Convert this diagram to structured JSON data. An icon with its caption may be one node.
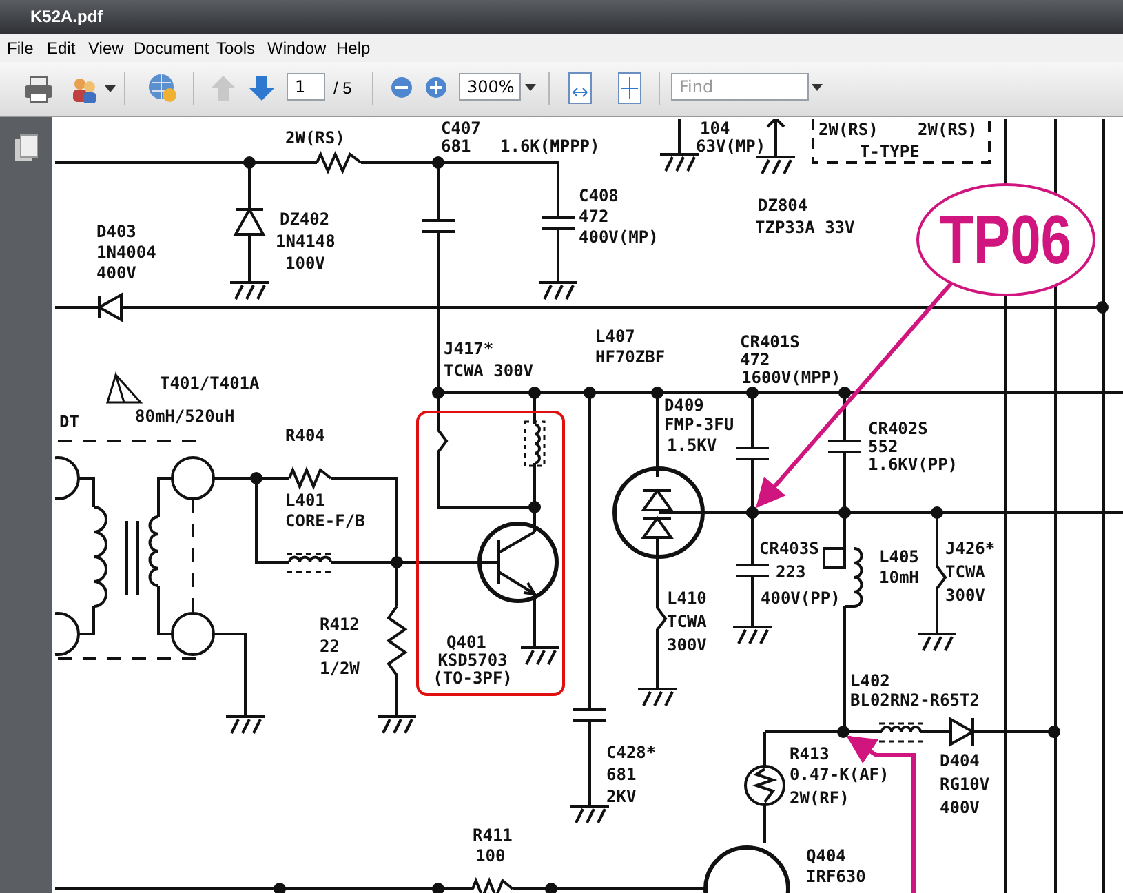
{
  "diagram": {
    "nodes": [
      {
        "text": [
          "TP06"
        ]
      },
      {
        "text": [],
        "shape": "circle"
      },
      {
        "text": [],
        "shape": "circle"
      },
      {
        "text": [
          "Q401",
          "KSD5703 (TO-3PF)"
        ]
      }
    ],
    "edges": [
      {
        "from": 0,
        "to": 1,
        "arrow": "to"
      },
      {
        "from": null,
        "to": 2,
        "arrow": "to"
      }
    ],
    "labels": [
      "K52A.pdf",
      "File",
      "Edit",
      "View",
      "Document",
      "Tools",
      "Window",
      "Help",
      "1",
      "/ 5",
      "300%",
      "Find",
      "2W(RS)",
      "C407",
      "681",
      "1.6K(MPPP)",
      "104",
      "63V(MP)",
      "2W(RS)",
      "2W(RS)",
      "T-TYPE",
      "C408",
      "472",
      "400V(MP)",
      "D403",
      "DZ402",
      "DZ804",
      "1N4004",
      "1N4148",
      "TZP33A 33V",
      "400V",
      "100V",
      "L407",
      "CR401S",
      "J417*",
      "HF70ZBF",
      "472",
      "TCWA 300V",
      "1600V(MPP)",
      "T401/T401A",
      "80mH/520uH",
      "D409",
      "DT",
      "FMP-3FU",
      "CR402S",
      "R404",
      "552",
      "1.5KV",
      "1.6KV(PP)",
      "L401",
      "CORE-F/B",
      "CR403S",
      "J426*",
      "L405",
      "223",
      "TCWA",
      "10mH",
      "300V",
      "400V(PP)",
      "L410",
      "TCWA",
      "R412",
      "300V",
      "22",
      "1/2W",
      "L402",
      "BL02RN2-R65T2",
      "C428*",
      "R413",
      "D404",
      "681",
      "0.47-K(AF)",
      "RG10V",
      "2KV",
      "2W(RF)",
      "400V",
      "R411",
      "100",
      "Q404",
      "IRF630"
    ]
  }
}
